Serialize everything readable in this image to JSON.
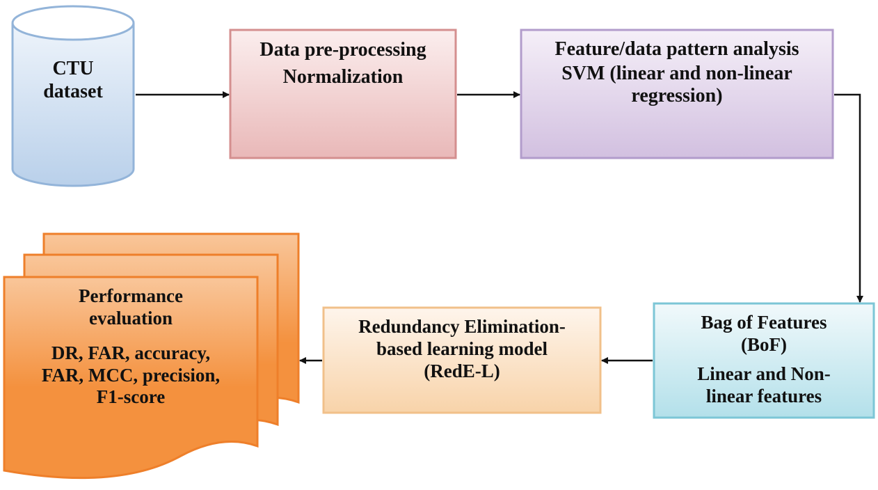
{
  "nodes": {
    "ctu_dataset": {
      "lines": [
        "CTU",
        "dataset"
      ]
    },
    "preprocessing": {
      "lines": [
        "Data pre-processing",
        "Normalization"
      ]
    },
    "pattern_analysis": {
      "lines": [
        "Feature/data pattern analysis",
        "SVM (linear and non-linear",
        "regression)"
      ]
    },
    "bag_of_features": {
      "title": [
        "Bag of Features",
        "(BoF)"
      ],
      "body": [
        "Linear and Non-",
        "linear features"
      ]
    },
    "redundancy_model": {
      "lines": [
        "Redundancy Elimination-",
        "based learning model",
        "(RedE-L)"
      ]
    },
    "performance": {
      "title": [
        "Performance",
        "evaluation"
      ],
      "body": [
        "DR, FAR, accuracy,",
        "FAR, MCC, precision,",
        "F1-score"
      ]
    }
  },
  "edges": [
    {
      "from": "ctu_dataset",
      "to": "preprocessing"
    },
    {
      "from": "preprocessing",
      "to": "pattern_analysis"
    },
    {
      "from": "pattern_analysis",
      "to": "bag_of_features"
    },
    {
      "from": "bag_of_features",
      "to": "redundancy_model"
    },
    {
      "from": "redundancy_model",
      "to": "performance"
    }
  ],
  "colors": {
    "cylinder_fill_top": "#eef4fb",
    "cylinder_fill_bottom": "#b9d0ea",
    "cylinder_stroke": "#93b4d9",
    "preprocessing_fill_top": "#fbeeee",
    "preprocessing_fill_bottom": "#e9b8b8",
    "preprocessing_stroke": "#d48f8f",
    "analysis_fill_top": "#f5eff8",
    "analysis_fill_bottom": "#d2c0e0",
    "analysis_stroke": "#b29ccb",
    "bof_fill_top": "#f1f9fb",
    "bof_fill_bottom": "#b3e0ea",
    "bof_stroke": "#7cc6d6",
    "redundancy_fill_top": "#fef5ec",
    "redundancy_fill_bottom": "#f8d3a9",
    "redundancy_stroke": "#f1c08a",
    "performance_fill": "#f4913e",
    "performance_light": "#f9c69a",
    "performance_stroke": "#ee7f2a",
    "arrow": "#111111"
  }
}
